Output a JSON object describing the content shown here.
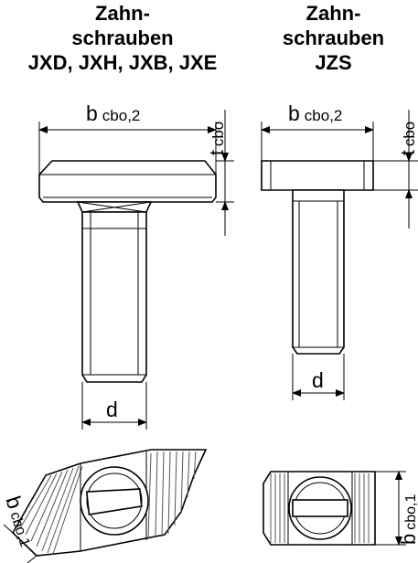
{
  "titles": {
    "left": {
      "line1": "Zahn-",
      "line2": "schrauben",
      "line3": "JXD, JXH, JXB, JXE"
    },
    "right": {
      "line1": "Zahn-",
      "line2": "schrauben",
      "line3": "JZS"
    }
  },
  "dimensions": {
    "left_width": {
      "main": "b",
      "sub": "cbo,2"
    },
    "left_height": {
      "main": "t",
      "sub": "cbo"
    },
    "left_diameter": "d",
    "left_bottom_width": {
      "main": "b",
      "sub": "cbo,1"
    },
    "right_width": {
      "main": "b",
      "sub": "cbo,2"
    },
    "right_height": {
      "main": "t",
      "sub": "cbo"
    },
    "right_diameter": "d",
    "right_bottom_width": {
      "main": "b",
      "sub": "cbo,1"
    }
  },
  "colors": {
    "line": "#000000",
    "background": "#ffffff"
  }
}
